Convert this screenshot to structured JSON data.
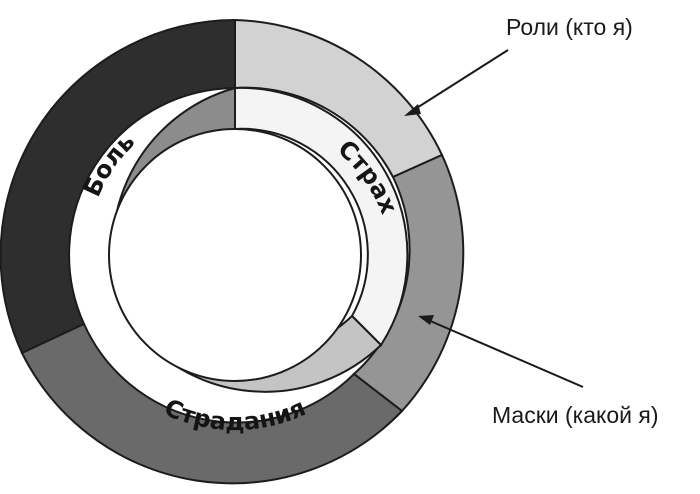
{
  "inner_ring": {
    "segments": [
      {
        "label": "Боль",
        "color": "#8c8c8c"
      },
      {
        "label": "Страх",
        "color": "#f4f4f4"
      },
      {
        "label": "Страдания",
        "color": "#c4c4c4"
      }
    ]
  },
  "outer_ring": {
    "segments": [
      {
        "color": "#2e2e2e"
      },
      {
        "color": "#d2d2d2"
      },
      {
        "color": "#959595"
      },
      {
        "color": "#6a6a6a"
      }
    ]
  },
  "callouts": {
    "roles": "Роли (кто я)",
    "masks": "Маски (какой я)"
  },
  "colors": {
    "stroke": "#1c1c1c",
    "arrow": "#1a1a1a"
  }
}
